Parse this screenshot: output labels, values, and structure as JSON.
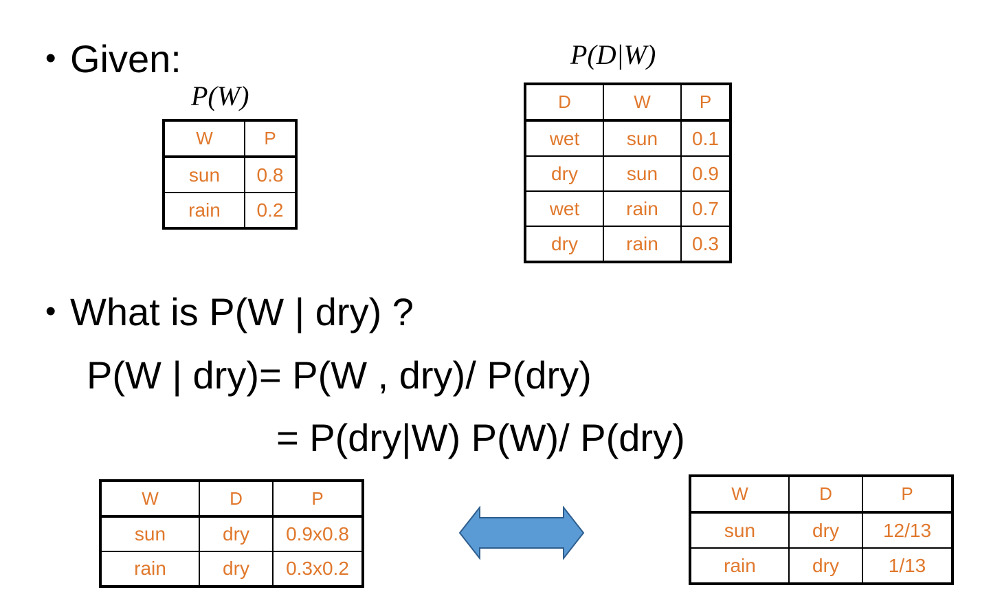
{
  "bullets": {
    "dot": "•",
    "given": "Given:",
    "question": "What is P(W | dry) ?"
  },
  "labels": {
    "pw": "P(W)",
    "pdw": "P(D|W)"
  },
  "equations": {
    "line1": "P(W | dry)= P(W , dry)/ P(dry)",
    "line2": "= P(dry|W) P(W)/ P(dry)"
  },
  "tables": {
    "pw": {
      "headers": [
        "W",
        "P"
      ],
      "rows": [
        [
          "sun",
          "0.8"
        ],
        [
          "rain",
          "0.2"
        ]
      ]
    },
    "pdw": {
      "headers": [
        "D",
        "W",
        "P"
      ],
      "rows": [
        [
          "wet",
          "sun",
          "0.1"
        ],
        [
          "dry",
          "sun",
          "0.9"
        ],
        [
          "wet",
          "rain",
          "0.7"
        ],
        [
          "dry",
          "rain",
          "0.3"
        ]
      ]
    },
    "joint": {
      "headers": [
        "W",
        "D",
        "P"
      ],
      "rows": [
        [
          "sun",
          "dry",
          "0.9x0.8"
        ],
        [
          "rain",
          "dry",
          "0.3x0.2"
        ]
      ]
    },
    "conditional": {
      "headers": [
        "W",
        "D",
        "P"
      ],
      "rows": [
        [
          "sun",
          "dry",
          "12/13"
        ],
        [
          "rain",
          "dry",
          "1/13"
        ]
      ]
    }
  },
  "colors": {
    "table_text": "#e0782c",
    "arrow_fill": "#5b9bd5",
    "arrow_stroke": "#2e5e8e"
  },
  "arrow_icon": "double-headed-arrow-icon"
}
